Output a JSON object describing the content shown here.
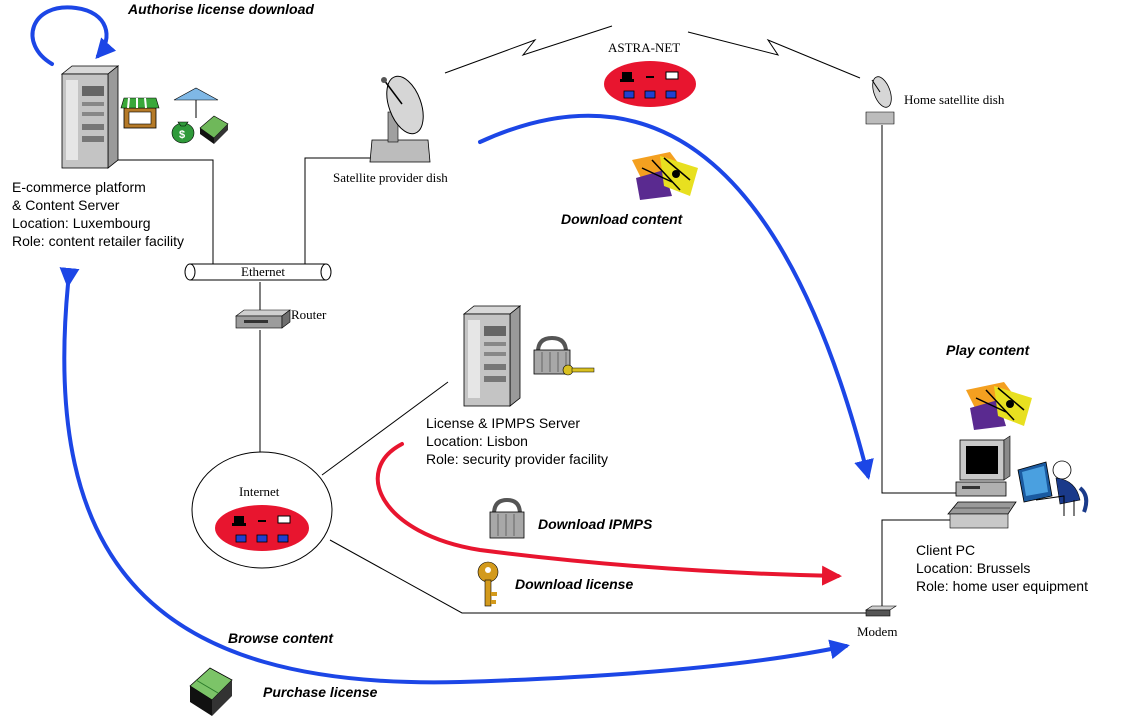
{
  "colors": {
    "flow_blue": "#1c46e6",
    "flow_red": "#e8152f",
    "cloud_red": "#e8152f",
    "wire": "#000000"
  },
  "actions": {
    "authorise": "Authorise   license download",
    "download_content": "Download content",
    "play_content": "Play content",
    "download_ipmps": "Download IPMPS",
    "download_license": "Download license",
    "browse_content": "Browse content",
    "purchase_license": "Purchase license"
  },
  "nodes": {
    "ecommerce": {
      "icon": "server-tower-icon",
      "lines": [
        "E-commerce platform",
        "& Content Server",
        "Location: Luxembourg",
        "Role: content retailer facility"
      ]
    },
    "satellite_provider": {
      "icon": "satellite-dish-icon",
      "label": "Satellite provider dish"
    },
    "astra_net": {
      "icon": "network-cloud-icon",
      "label": "ASTRA-NET"
    },
    "home_dish": {
      "icon": "satellite-dish-icon",
      "label": "Home satellite dish"
    },
    "ethernet": {
      "icon": "ethernet-bus-icon",
      "label": "Ethernet"
    },
    "router": {
      "icon": "router-icon",
      "label": "Router"
    },
    "internet": {
      "icon": "network-cloud-icon",
      "label": "Internet"
    },
    "license_server": {
      "icon": "server-tower-icon",
      "lines": [
        "License & IPMPS Server",
        "Location: Lisbon",
        "Role: security provider facility"
      ]
    },
    "client_pc": {
      "icon": "desktop-pc-icon",
      "lines": [
        "Client PC",
        "Location: Brussels",
        "Role: home user equipment"
      ]
    },
    "modem": {
      "icon": "modem-icon",
      "label": "Modem"
    }
  },
  "clipart": [
    "shop-icon",
    "umbrella-icon",
    "money-bag-icon",
    "cash-stack-icon",
    "music-content-icon",
    "padlock-icon",
    "key-icon",
    "user-at-computer-icon"
  ]
}
